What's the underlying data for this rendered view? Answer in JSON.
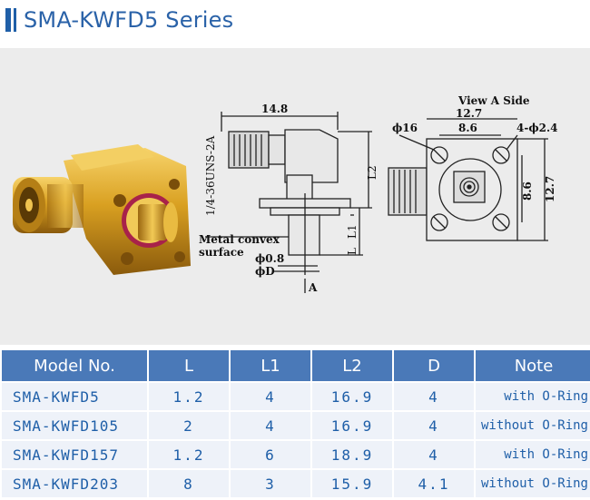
{
  "header": {
    "title": "SMA-KWFD5 Series"
  },
  "drawing": {
    "view_label": "View A Side",
    "dims": {
      "width_top": "14.8",
      "thread": "1/4-36UNS-2A",
      "l2": "L2",
      "l1": "L1",
      "l": "L",
      "metal_note_1": "Metal convex",
      "metal_note_2": "surface",
      "phi08": "ϕ0.8",
      "phid": "ϕD",
      "arrow_a": "A",
      "width_127": "12.7",
      "phi16": "ϕ16",
      "pitch": "8.6",
      "holes": "4-ϕ2.4",
      "v_pitch": "8.6",
      "v_width": "12.7"
    }
  },
  "table": {
    "headers": [
      "Model No.",
      "L",
      "L1",
      "L2",
      "D",
      "Note"
    ],
    "rows": [
      {
        "model": "SMA-KWFD5",
        "l": "1.2",
        "l1": "4",
        "l2": "16.9",
        "d": "4",
        "note": "with O-Ring"
      },
      {
        "model": "SMA-KWFD105",
        "l": "2",
        "l1": "4",
        "l2": "16.9",
        "d": "4",
        "note": "without O-Ring"
      },
      {
        "model": "SMA-KWFD157",
        "l": "1.2",
        "l1": "6",
        "l2": "18.9",
        "d": "4",
        "note": "with O-Ring"
      },
      {
        "model": "SMA-KWFD203",
        "l": "8",
        "l1": "3",
        "l2": "15.9",
        "d": "4.1",
        "note": "without O-Ring"
      }
    ]
  },
  "colors": {
    "accent": "#1f5fa8",
    "header_bg": "#4a79b8",
    "row_bg": "#eef2f9",
    "figure_bg": "#ececec"
  }
}
